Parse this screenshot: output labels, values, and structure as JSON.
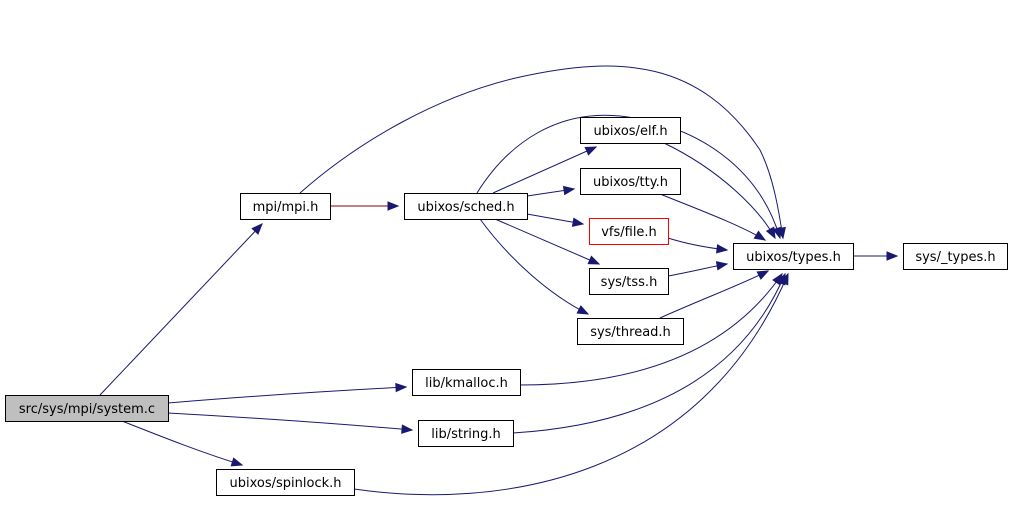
{
  "graph": {
    "title": "Include dependency graph for src/sys/mpi/system.c",
    "colors": {
      "edge": "#191970",
      "root_fill": "#bfbfbf",
      "node_fill": "#ffffff",
      "node_border": "#000000",
      "missing_border": "#ff0000"
    },
    "nodes": [
      {
        "id": "system_c",
        "label": "src/sys/mpi/system.c",
        "kind": "root"
      },
      {
        "id": "mpi_h",
        "label": "mpi/mpi.h",
        "kind": "normal"
      },
      {
        "id": "sched_h",
        "label": "ubixos/sched.h",
        "kind": "normal"
      },
      {
        "id": "elf_h",
        "label": "ubixos/elf.h",
        "kind": "normal"
      },
      {
        "id": "tty_h",
        "label": "ubixos/tty.h",
        "kind": "normal"
      },
      {
        "id": "file_h",
        "label": "vfs/file.h",
        "kind": "missing"
      },
      {
        "id": "tss_h",
        "label": "sys/tss.h",
        "kind": "normal"
      },
      {
        "id": "thread_h",
        "label": "sys/thread.h",
        "kind": "normal"
      },
      {
        "id": "types_h",
        "label": "ubixos/types.h",
        "kind": "normal"
      },
      {
        "id": "_types_h",
        "label": "sys/_types.h",
        "kind": "normal"
      },
      {
        "id": "kmalloc_h",
        "label": "lib/kmalloc.h",
        "kind": "normal"
      },
      {
        "id": "string_h",
        "label": "lib/string.h",
        "kind": "normal"
      },
      {
        "id": "spinlock_h",
        "label": "ubixos/spinlock.h",
        "kind": "normal"
      }
    ],
    "edges": [
      {
        "from": "system_c",
        "to": "mpi_h"
      },
      {
        "from": "system_c",
        "to": "kmalloc_h"
      },
      {
        "from": "system_c",
        "to": "string_h"
      },
      {
        "from": "system_c",
        "to": "spinlock_h"
      },
      {
        "from": "mpi_h",
        "to": "sched_h",
        "color": "red"
      },
      {
        "from": "mpi_h",
        "to": "types_h"
      },
      {
        "from": "sched_h",
        "to": "elf_h"
      },
      {
        "from": "sched_h",
        "to": "tty_h"
      },
      {
        "from": "sched_h",
        "to": "file_h"
      },
      {
        "from": "sched_h",
        "to": "tss_h"
      },
      {
        "from": "sched_h",
        "to": "thread_h"
      },
      {
        "from": "sched_h",
        "to": "types_h"
      },
      {
        "from": "elf_h",
        "to": "types_h"
      },
      {
        "from": "tty_h",
        "to": "types_h"
      },
      {
        "from": "file_h",
        "to": "types_h"
      },
      {
        "from": "tss_h",
        "to": "types_h"
      },
      {
        "from": "thread_h",
        "to": "types_h"
      },
      {
        "from": "types_h",
        "to": "_types_h"
      },
      {
        "from": "kmalloc_h",
        "to": "types_h"
      },
      {
        "from": "string_h",
        "to": "types_h"
      },
      {
        "from": "spinlock_h",
        "to": "types_h"
      }
    ]
  }
}
